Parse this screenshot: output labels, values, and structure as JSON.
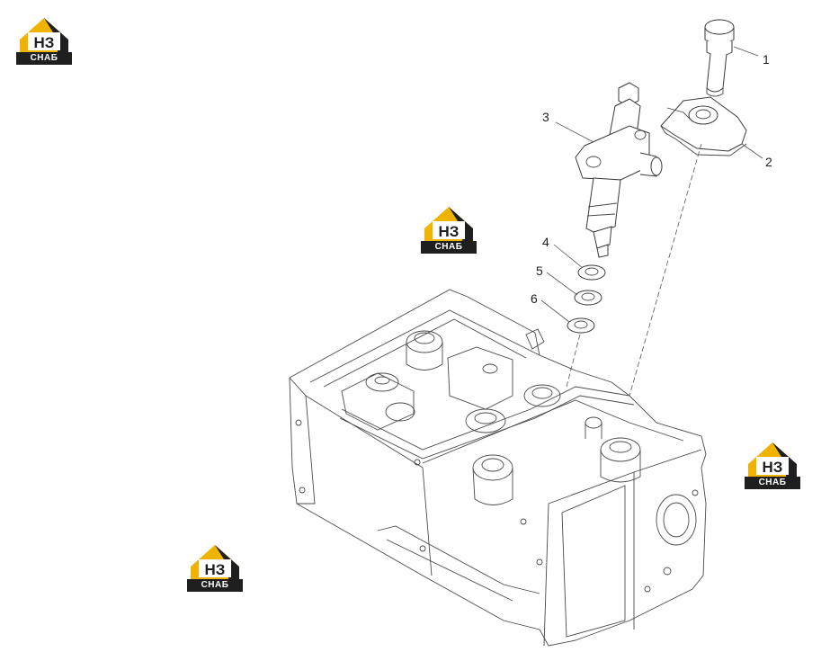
{
  "callouts": [
    "1",
    "2",
    "3",
    "4",
    "5",
    "6"
  ],
  "watermark": {
    "letters": "НЗ",
    "caption": "СНАБ",
    "accent_color": "#f0b400",
    "dark_color": "#1f1f1f"
  }
}
